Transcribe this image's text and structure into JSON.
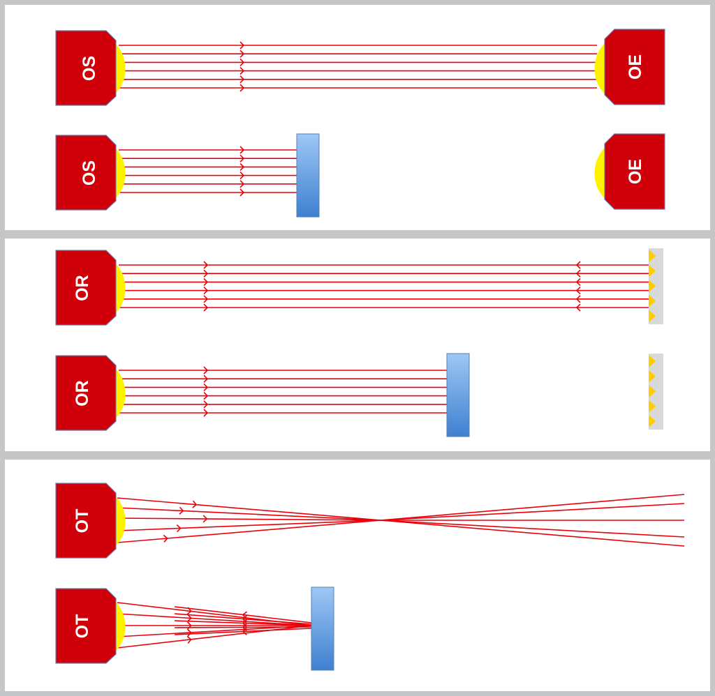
{
  "colors": {
    "background": "#c4c6c8",
    "panel": "#ffffff",
    "sensor_body": "#d0000a",
    "sensor_outline": "#6d7aa6",
    "lens": "#fff200",
    "beam": "#e8000b",
    "obstacle_top": "#9ec7f5",
    "obstacle_bottom": "#3f80d0",
    "reflector_base": "#d9d9d9",
    "reflector_prism": "#ffcc00"
  },
  "panels": [
    {
      "name": "through-beam",
      "rows": [
        {
          "state": "clear",
          "emitter": {
            "label": "OS"
          },
          "receiver": {
            "label": "OE"
          }
        },
        {
          "state": "interrupted",
          "emitter": {
            "label": "OS"
          },
          "receiver": {
            "label": "OE"
          }
        }
      ]
    },
    {
      "name": "retro-reflective",
      "rows": [
        {
          "state": "clear",
          "emitter": {
            "label": "OR"
          }
        },
        {
          "state": "interrupted",
          "emitter": {
            "label": "OR"
          }
        }
      ]
    },
    {
      "name": "diffuse",
      "rows": [
        {
          "state": "clear",
          "emitter": {
            "label": "OT"
          }
        },
        {
          "state": "interrupted",
          "emitter": {
            "label": "OT"
          }
        }
      ]
    }
  ]
}
